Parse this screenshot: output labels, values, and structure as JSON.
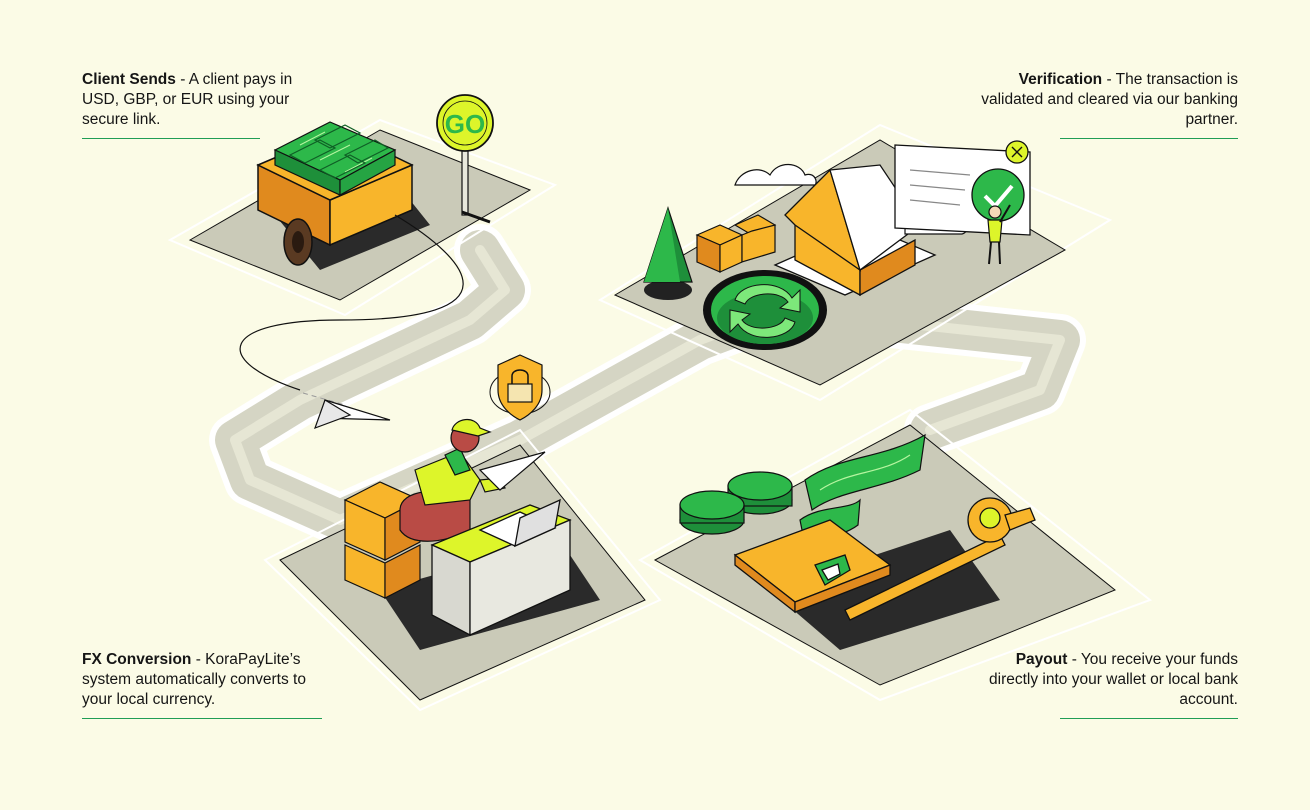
{
  "steps": {
    "client_sends": {
      "title": "Client Sends",
      "text": " - A client pays in USD, GBP, or EUR using your secure link."
    },
    "verification": {
      "title": "Verification",
      "text": " - The transaction is validated and cleared via our banking partner."
    },
    "fx_conversion": {
      "title": "FX Conversion",
      "text": " - KoraPayLite’s system automatically converts to your local currency."
    },
    "payout": {
      "title": "Payout",
      "text": " - You receive your funds directly into your wallet or local bank account."
    }
  },
  "sign": {
    "label": "GO"
  },
  "colors": {
    "background": "#FBFBE6",
    "green": "#2DB84A",
    "dark_green": "#1E8F3A",
    "lime": "#DDF52A",
    "orange": "#F8B52B",
    "dark_orange": "#E08A1E",
    "platform": "#CACAB8",
    "road": "#D5D5C4",
    "accent_rule": "#1F9D55"
  }
}
